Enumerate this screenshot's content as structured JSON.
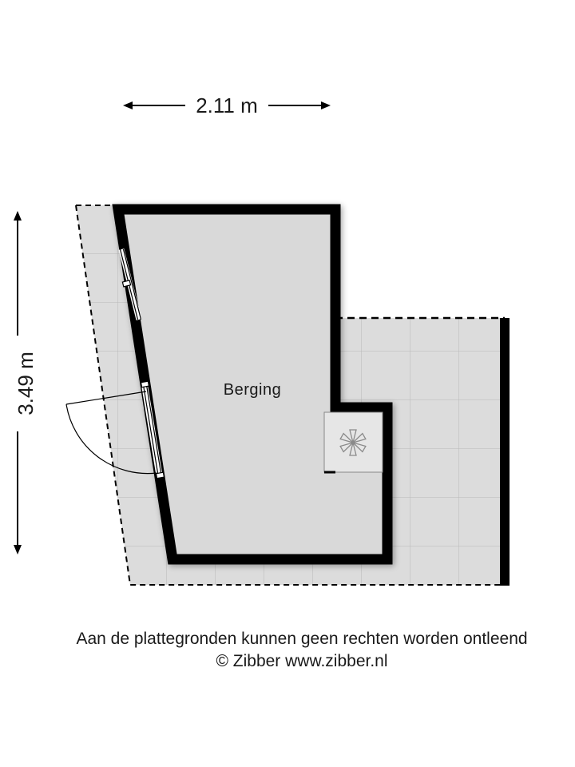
{
  "dimensions": {
    "width_label": "2.11 m",
    "height_label": "3.49 m"
  },
  "rooms": [
    {
      "label": "Berging"
    }
  ],
  "footer": {
    "disclaimer": "Aan de plattegronden kunnen geen rechten worden ontleend",
    "copyright": "© Zibber www.zibber.nl"
  },
  "colors": {
    "wall": "#000000",
    "floor": "#d9d9d9",
    "terrace": "#dcdcdc",
    "tile_line": "#b8b8b8",
    "text": "#1a1a1a"
  }
}
